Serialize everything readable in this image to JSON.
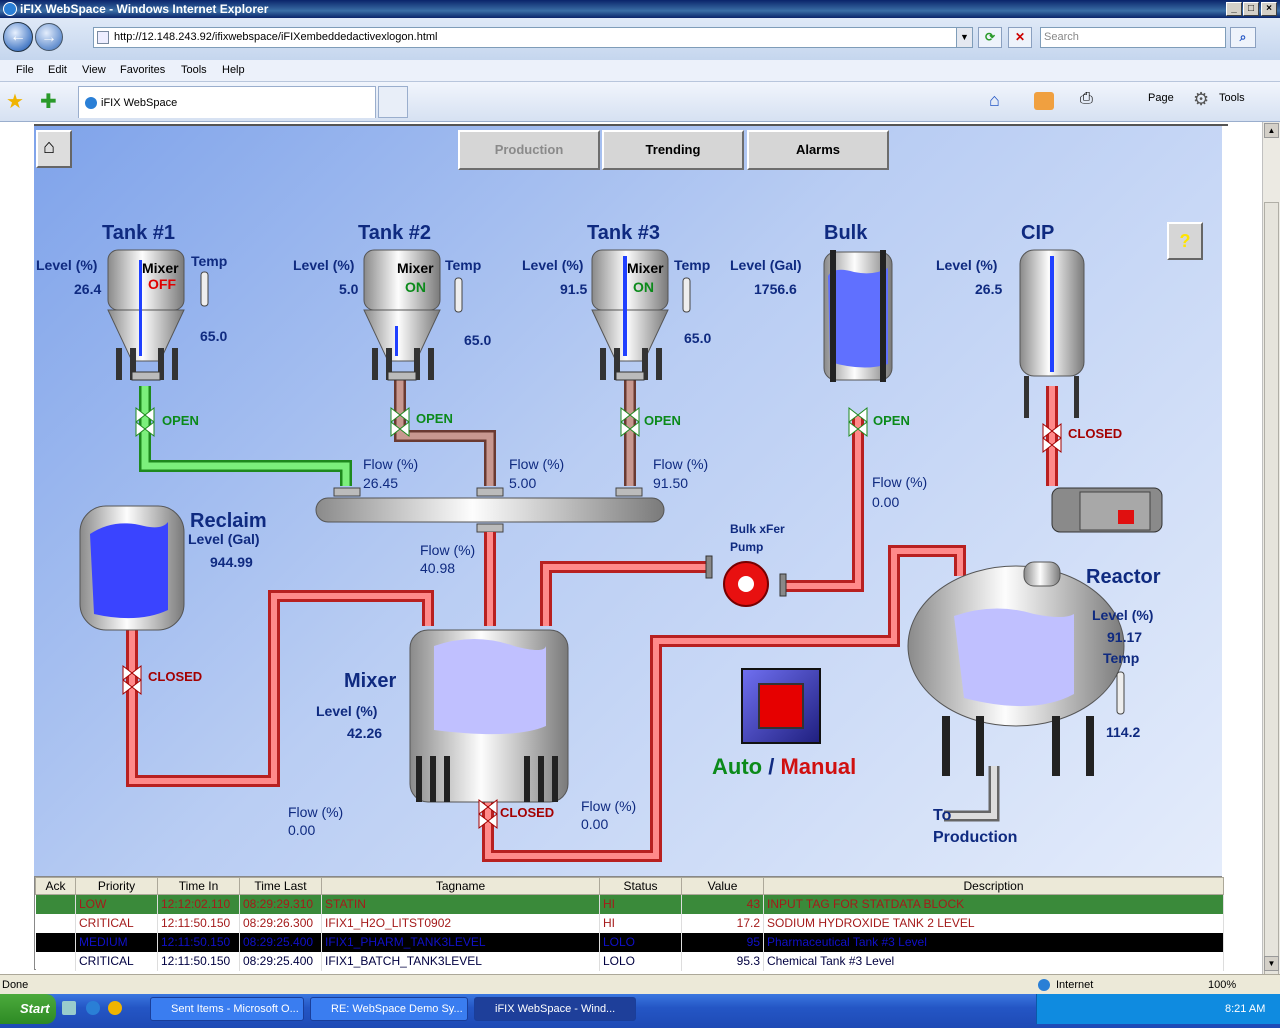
{
  "window": {
    "title": "iFIX WebSpace - Windows Internet Explorer"
  },
  "browser": {
    "address": "http://12.148.243.92/ifixwebspace/iFIXembeddedactivexlogon.html",
    "search_placeholder": "Search",
    "menu": [
      "File",
      "Edit",
      "View",
      "Favorites",
      "Tools",
      "Help"
    ],
    "tab_title": "iFIX WebSpace",
    "toolbar": {
      "page": "Page",
      "tools": "Tools"
    },
    "status_left": "Done",
    "status_zone": "Internet",
    "zoom": "100%"
  },
  "hmi": {
    "nav": {
      "production": "Production",
      "trending": "Trending",
      "alarms": "Alarms"
    },
    "help": "?",
    "tank1": {
      "title": "Tank #1",
      "level_label": "Level (%)",
      "level": "26.4",
      "mixer_label": "Mixer",
      "mixer_state": "OFF",
      "temp_label": "Temp",
      "temp": "65.0",
      "valve": "OPEN",
      "flow_label": "Flow (%)",
      "flow": "26.45"
    },
    "tank2": {
      "title": "Tank #2",
      "level_label": "Level (%)",
      "level": "5.0",
      "mixer_label": "Mixer",
      "mixer_state": "ON",
      "temp_label": "Temp",
      "temp": "65.0",
      "valve": "OPEN",
      "flow_label": "Flow (%)",
      "flow": "5.00"
    },
    "tank3": {
      "title": "Tank #3",
      "level_label": "Level (%)",
      "level": "91.5",
      "mixer_label": "Mixer",
      "mixer_state": "ON",
      "temp_label": "Temp",
      "temp": "65.0",
      "valve": "OPEN",
      "flow_label": "Flow (%)",
      "flow": "91.50"
    },
    "bulk": {
      "title": "Bulk",
      "level_label": "Level (Gal)",
      "level": "1756.6",
      "valve": "OPEN",
      "flow_label": "Flow (%)",
      "flow": "0.00"
    },
    "cip": {
      "title": "CIP",
      "level_label": "Level (%)",
      "level": "26.5",
      "valve": "CLOSED"
    },
    "reclaim": {
      "title": "Reclaim",
      "level_label": "Level (Gal)",
      "level": "944.99",
      "valve": "CLOSED",
      "flow_label": "Flow (%)",
      "flow": "0.00"
    },
    "mixer": {
      "title": "Mixer",
      "level_label": "Level (%)",
      "level": "42.26",
      "in_flow_label": "Flow (%)",
      "in_flow": "40.98",
      "valve": "CLOSED",
      "out_flow_label": "Flow (%)",
      "out_flow": "0.00"
    },
    "pump": {
      "label_line1": "Bulk xFer",
      "label_line2": "Pump"
    },
    "reactor": {
      "title": "Reactor",
      "level_label": "Level (%)",
      "level": "91.17",
      "temp_label": "Temp",
      "temp": "114.2",
      "outlet_line1": "To",
      "outlet_line2": "Production"
    },
    "mode": {
      "auto": "Auto",
      "sep": "/",
      "manual": "Manual"
    }
  },
  "alarms": {
    "columns": [
      "Ack",
      "Priority",
      "Time In",
      "Time Last",
      "Tagname",
      "Status",
      "Value",
      "Description"
    ],
    "rows": [
      {
        "ack": "",
        "priority": "LOW",
        "time_in": "12:12:02.110",
        "time_last": "08:29:29.310",
        "tagname": "STATIN",
        "status": "HI",
        "value": "43",
        "description": "INPUT TAG FOR STATDATA BLOCK"
      },
      {
        "ack": "",
        "priority": "CRITICAL",
        "time_in": "12:11:50.150",
        "time_last": "08:29:26.300",
        "tagname": "IFIX1_H2O_LITST0902",
        "status": "HI",
        "value": "17.2",
        "description": "SODIUM HYDROXIDE TANK 2 LEVEL"
      },
      {
        "ack": "",
        "priority": "MEDIUM",
        "time_in": "12:11:50.150",
        "time_last": "08:29:25.400",
        "tagname": "IFIX1_PHARM_TANK3LEVEL",
        "status": "LOLO",
        "value": "95",
        "description": "Pharmaceutical Tank #3 Level"
      },
      {
        "ack": "",
        "priority": "CRITICAL",
        "time_in": "12:11:50.150",
        "time_last": "08:29:25.400",
        "tagname": "IFIX1_BATCH_TANK3LEVEL",
        "status": "LOLO",
        "value": "95.3",
        "description": "Chemical Tank #3 Level"
      }
    ]
  },
  "taskbar": {
    "start": "Start",
    "tasks": [
      "Sent Items - Microsoft O...",
      "RE: WebSpace Demo Sy...",
      "iFIX WebSpace - Wind..."
    ],
    "clock": "8:21 AM"
  },
  "colors": {
    "pipe_red": "#ff7070",
    "pipe_green": "#58e858",
    "open_green": "#0b8a1a",
    "closed_red": "#a40000",
    "title_blue": "#0f2a80"
  }
}
